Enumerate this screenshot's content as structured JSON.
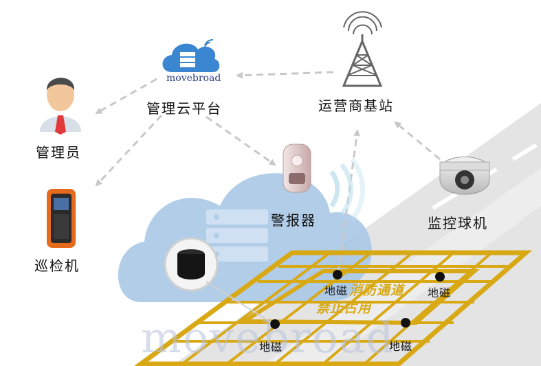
{
  "nodes": {
    "admin": "管理员",
    "cloud_platform": "管理云平台",
    "base_station": "运营商基站",
    "alarm": "警报器",
    "camera": "监控球机",
    "patrol_device": "巡检机"
  },
  "cloud_brand": "movebroad",
  "watermark": "movebroad",
  "sensors": [
    "地磁",
    "地磁",
    "地磁",
    "地磁"
  ],
  "road_sign": {
    "line1": "消防通道",
    "line2": "禁止占用"
  },
  "colors": {
    "arrow": "#c8c8c8",
    "road_grid": "#d8a915",
    "road_surface": "#e4e4e4",
    "cloud_bg": "#a9c8e6"
  }
}
